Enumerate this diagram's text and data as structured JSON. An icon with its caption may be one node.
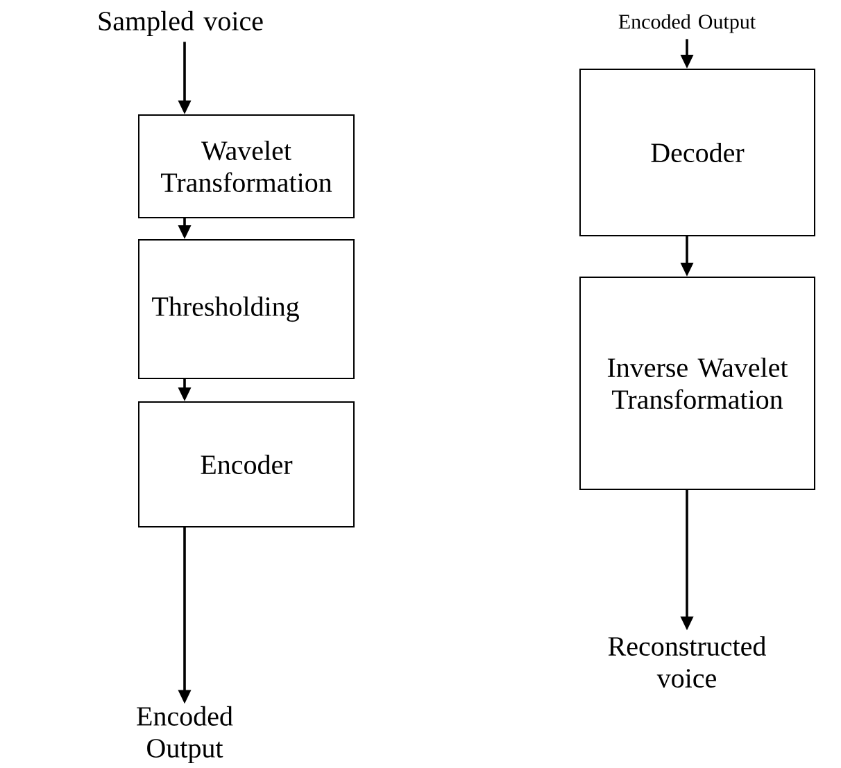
{
  "diagram": {
    "nodes": [
      {
        "text": [
          "Sampled voice"
        ]
      },
      {
        "text": [
          "Wavelet Transformation"
        ]
      },
      {
        "text": [
          "Thresholding"
        ]
      },
      {
        "text": [
          "Encoder"
        ]
      },
      {
        "text": [
          "Encoded Output"
        ]
      },
      {
        "text": [
          "Encoded Output"
        ]
      },
      {
        "text": [
          "Decoder"
        ]
      },
      {
        "text": [
          "Inverse Wavelet Transformation"
        ]
      },
      {
        "text": [
          "Reconstructed voice"
        ]
      }
    ],
    "edges": [
      {
        "from": 0,
        "to": 1,
        "arrow": "to"
      },
      {
        "from": 1,
        "to": 2,
        "arrow": "to"
      },
      {
        "from": 2,
        "to": 3,
        "arrow": "to"
      },
      {
        "from": 3,
        "to": 4,
        "arrow": "to"
      },
      {
        "from": 5,
        "to": 6,
        "arrow": "to"
      },
      {
        "from": 6,
        "to": 7,
        "arrow": "to"
      },
      {
        "from": 7,
        "to": 8,
        "arrow": "to"
      }
    ]
  }
}
